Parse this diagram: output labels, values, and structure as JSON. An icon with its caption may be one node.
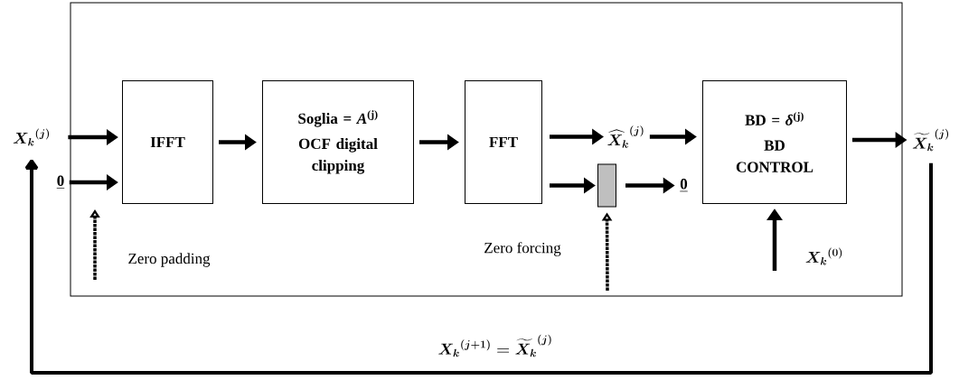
{
  "diagram": {
    "nodes": [
      {
        "text": [],
        "shape": "box"
      },
      {
        "text": [
          "\\boldsymbol{X_k}^{(j)}"
        ]
      },
      {
        "text": [
          "0"
        ]
      },
      {
        "text": [
          "IFFT"
        ],
        "in": 0
      },
      {
        "text": [
          "Soglia = *A*$^{(j)}$",
          "OCF digital clipping"
        ],
        "in": 0
      },
      {
        "text": [
          "FFT"
        ],
        "in": 0
      },
      {
        "text": [
          "\\boldsymbol{\\widehat{X}_k}^{(j)}"
        ],
        "in": 0
      },
      {
        "text": [],
        "shape": "bar",
        "in": 0
      },
      {
        "text": [
          "0"
        ],
        "in": 0
      },
      {
        "text": [
          "BD = *δ*$^{(j)}$",
          "BD CONTROL"
        ],
        "in": 0
      },
      {
        "text": [
          "\\boldsymbol{\\widetilde{X}_k}^{(j)}"
        ]
      }
    ],
    "edges": [
      {
        "from": 1,
        "to": 3,
        "arrow": "to"
      },
      {
        "from": 2,
        "to": 3,
        "arrow": "to"
      },
      {
        "from": 3,
        "to": 4,
        "arrow": "to"
      },
      {
        "from": 4,
        "to": 5,
        "arrow": "to"
      },
      {
        "from": 5,
        "to": 6,
        "arrow": "to"
      },
      {
        "from": 5,
        "to": 7,
        "arrow": "to"
      },
      {
        "from": 7,
        "to": 8,
        "arrow": "to"
      },
      {
        "from": 6,
        "to": 9,
        "arrow": "to"
      },
      {
        "from": 9,
        "to": 10,
        "arrow": "to"
      },
      {
        "from": null,
        "to": 9,
        "arrow": "to",
        "label": "\\boldsymbol{X_k}^{(\\mathbf{0})}"
      },
      {
        "from": 10,
        "to": 1,
        "arrow": "to",
        "label": "\\boldsymbol{X_k}^{(j+1)} = \\boldsymbol{\\widetilde{X}_k}^{(j)}"
      },
      {
        "from": null,
        "to": 7,
        "arrow": "to",
        "style": "dashed"
      }
    ],
    "labels": [
      "Zero padding",
      "Zero forcing"
    ]
  }
}
